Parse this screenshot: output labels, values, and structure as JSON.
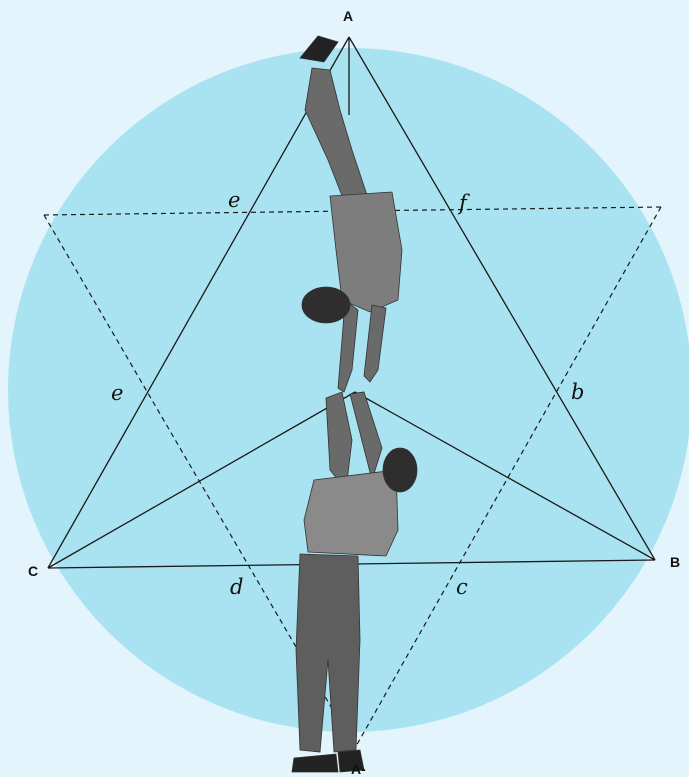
{
  "figure": {
    "background": "#e4f4fc",
    "circle_fill": "#a9e3f1",
    "line_color": "#1a1a1a",
    "people_tone": "#6a6a6a"
  },
  "vertices": {
    "A": "A",
    "B": "B",
    "C": "C",
    "A_prime": "A-"
  },
  "intersections": {
    "e_top": "e",
    "f": "f",
    "e_left": "e",
    "b": "b",
    "d": "d",
    "c": "c"
  }
}
